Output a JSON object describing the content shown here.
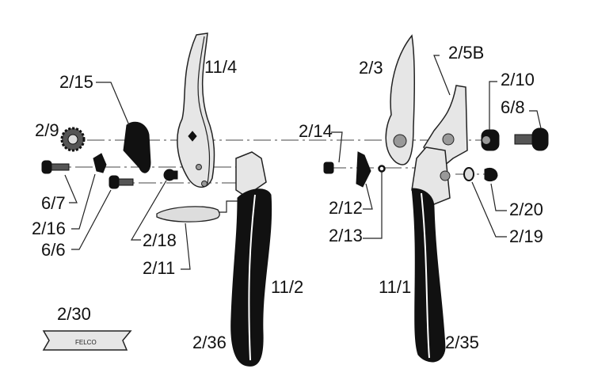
{
  "title": "Exploded parts diagram of pruning shears",
  "labels": {
    "p2_15": "2/15",
    "p11_4": "11/4",
    "p2_9": "2/9",
    "p6_7": "6/7",
    "p2_16": "2/16",
    "p6_6": "6/6",
    "p2_18": "2/18",
    "p2_11": "2/11",
    "p11_2": "11/2",
    "p2_30": "2/30",
    "p2_36": "2/36",
    "p2_3": "2/3",
    "p2_5B": "2/5B",
    "p2_10": "2/10",
    "p6_8": "6/8",
    "p2_14": "2/14",
    "p2_12": "2/12",
    "p2_13": "2/13",
    "p2_20": "2/20",
    "p2_19": "2/19",
    "p11_1": "11/1",
    "p2_35": "2/35"
  },
  "wrench_logo": "FELCO",
  "colors": {
    "steel": "#e6e6e6",
    "handle": "#111111",
    "line": "#222222"
  }
}
